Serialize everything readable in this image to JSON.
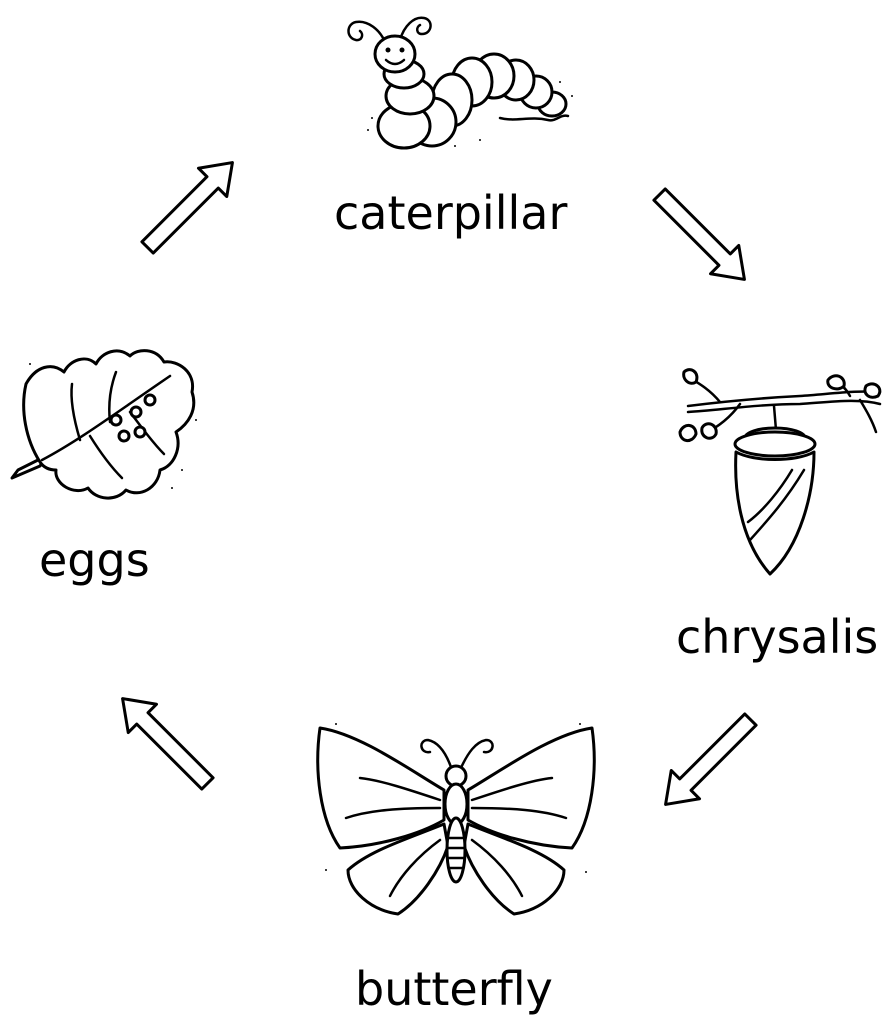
{
  "stages": {
    "caterpillar": {
      "label": "caterpillar",
      "icon": "caterpillar-icon"
    },
    "chrysalis": {
      "label": "chrysalis",
      "icon": "chrysalis-icon"
    },
    "butterfly": {
      "label": "butterfly",
      "icon": "butterfly-icon"
    },
    "eggs": {
      "label": "eggs",
      "icon": "leaf-with-eggs-icon"
    }
  },
  "arrows": [
    "eggs-to-caterpillar",
    "caterpillar-to-chrysalis",
    "chrysalis-to-butterfly",
    "butterfly-to-eggs"
  ],
  "colors": {
    "ink": "#000000",
    "background": "#ffffff"
  }
}
